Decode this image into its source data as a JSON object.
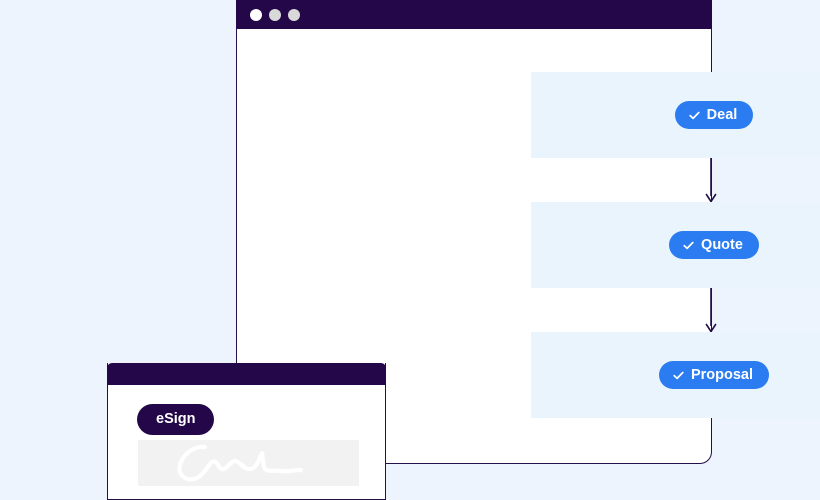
{
  "theme": {
    "page_background": "#eef4fe",
    "window_chrome": "#230749",
    "window_border": "#231049",
    "row_band": "#eaf4fd",
    "pill_blue": "#2b7cf0",
    "pill_text": "#ffffff",
    "arrow": "#231049",
    "signature_box": "#f2f2f2",
    "signature_stroke": "#ffffff"
  },
  "main_window": {
    "titlebar": {
      "dots": [
        {
          "name": "window-dot-close",
          "color": "#ffffff"
        },
        {
          "name": "window-dot-minimize",
          "color": "#d9d9d9"
        },
        {
          "name": "window-dot-maximize",
          "color": "#d9d9d9"
        }
      ]
    },
    "flow": {
      "icon": "check-icon",
      "steps": [
        {
          "label": "Deal"
        },
        {
          "label": "Quote"
        },
        {
          "label": "Proposal"
        }
      ],
      "connectors": [
        {
          "name": "arrow-down-icon"
        },
        {
          "name": "arrow-down-icon"
        }
      ]
    }
  },
  "second_window": {
    "badge": {
      "label": "eSign"
    },
    "signature": {
      "icon": "signature-icon"
    }
  }
}
